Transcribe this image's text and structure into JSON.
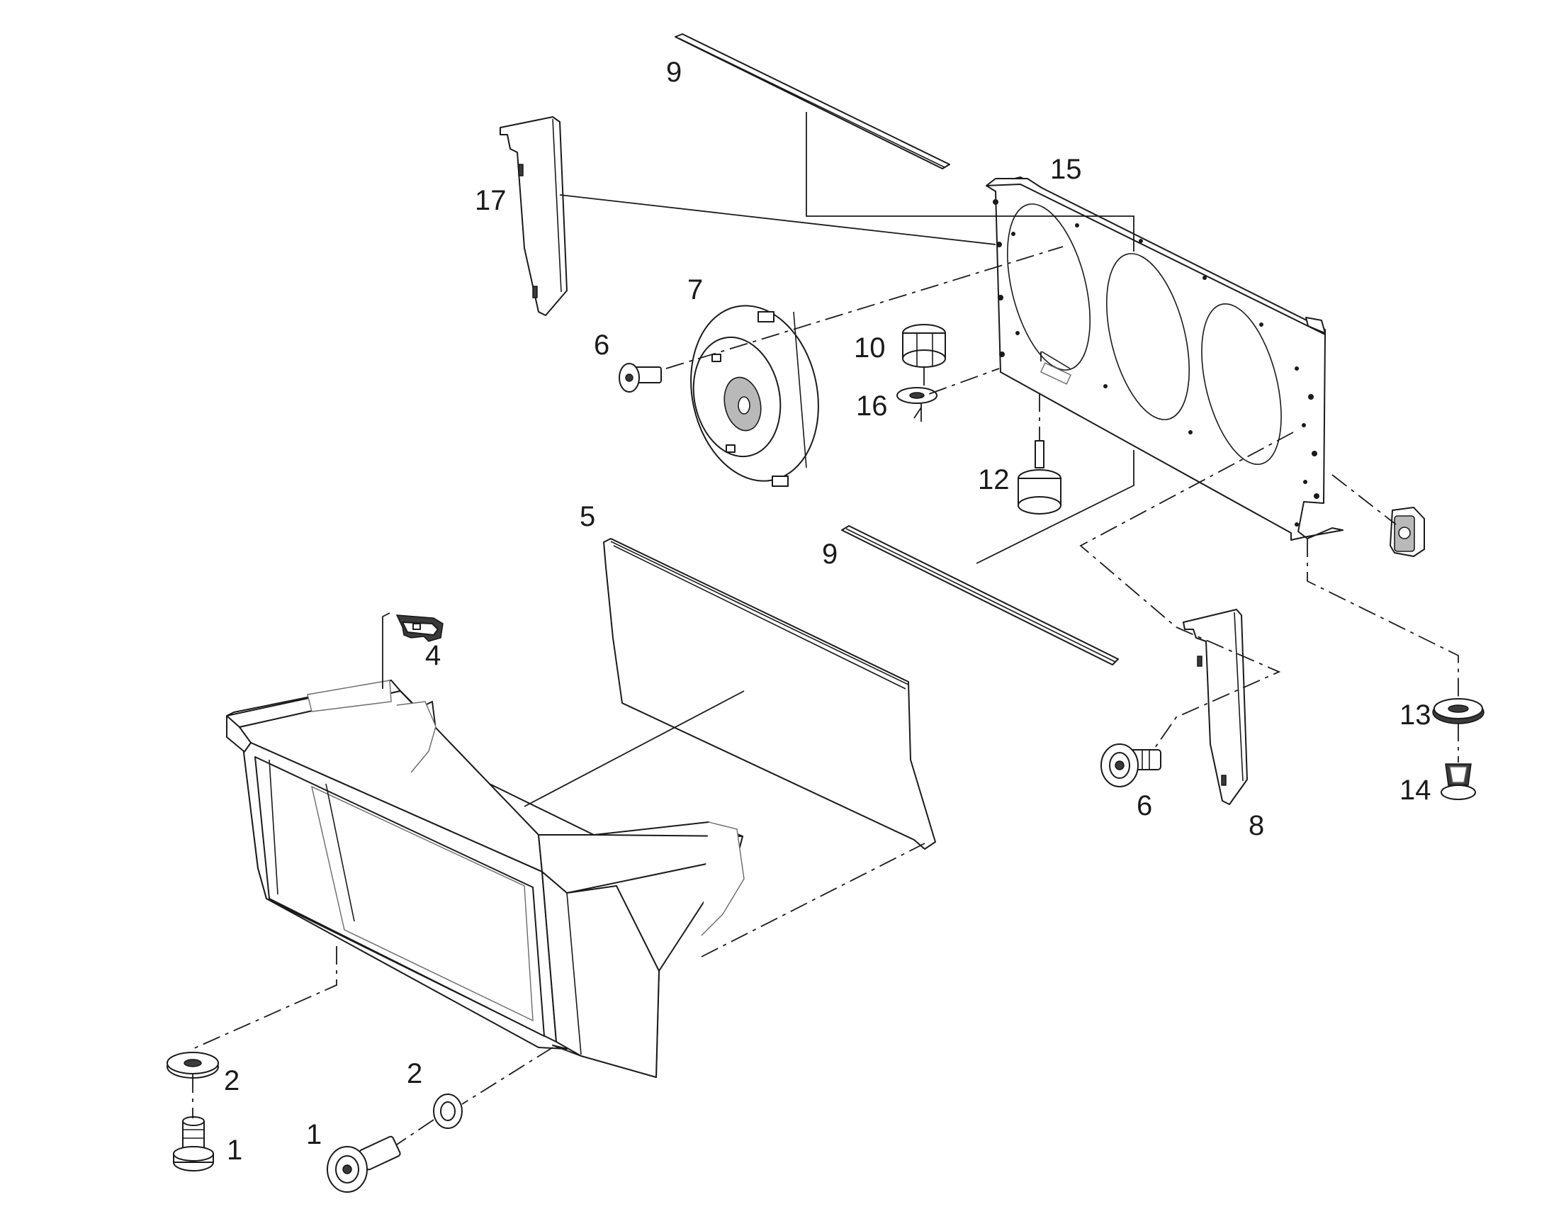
{
  "callouts": {
    "c9_top": "9",
    "c9_mid": "9",
    "c17": "17",
    "c15": "15",
    "c7": "7",
    "c6_left": "6",
    "c6_right": "6",
    "c10": "10",
    "c16": "16",
    "c12": "12",
    "c5": "5",
    "c4": "4",
    "c13": "13",
    "c14": "14",
    "c8": "8",
    "c2_left": "2",
    "c2_mid": "2",
    "c1_left": "1",
    "c1_mid": "1"
  }
}
